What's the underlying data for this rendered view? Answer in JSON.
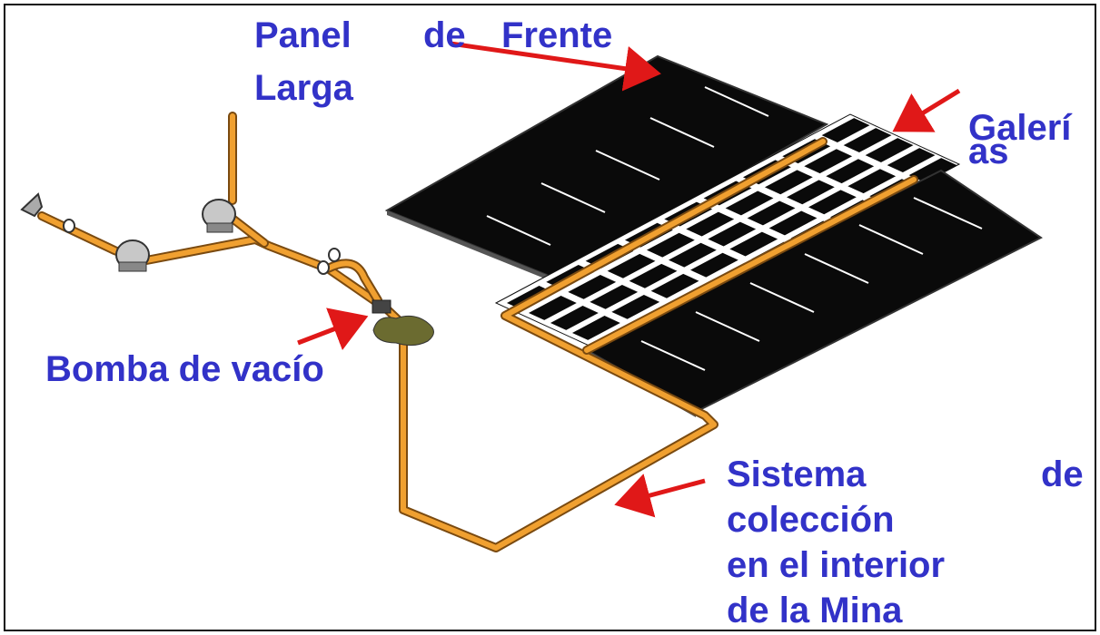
{
  "labels": {
    "panel_line1_a": "Panel",
    "panel_line1_b": "de",
    "panel_line1_c": "Frente",
    "panel_line2": "Larga",
    "galerias_line1": "Galerí",
    "galerias_line2": "as",
    "bomba": "Bomba de vacío",
    "sistema_line1_a": "Sistema",
    "sistema_line1_b": "de",
    "sistema_line2": "colección",
    "sistema_line3": "en el interior",
    "sistema_line4": "de la Mina"
  },
  "colors": {
    "label": "#3232c8",
    "arrow": "#e01818",
    "pipe": "#f0a030",
    "pipe_outline": "#7a4a10",
    "panel": "#0a0a0a",
    "equipment": "#c8c8c8"
  },
  "icons": [
    "pump-icon",
    "arrow-icon",
    "valve-icon",
    "vent-arrow-icon"
  ]
}
